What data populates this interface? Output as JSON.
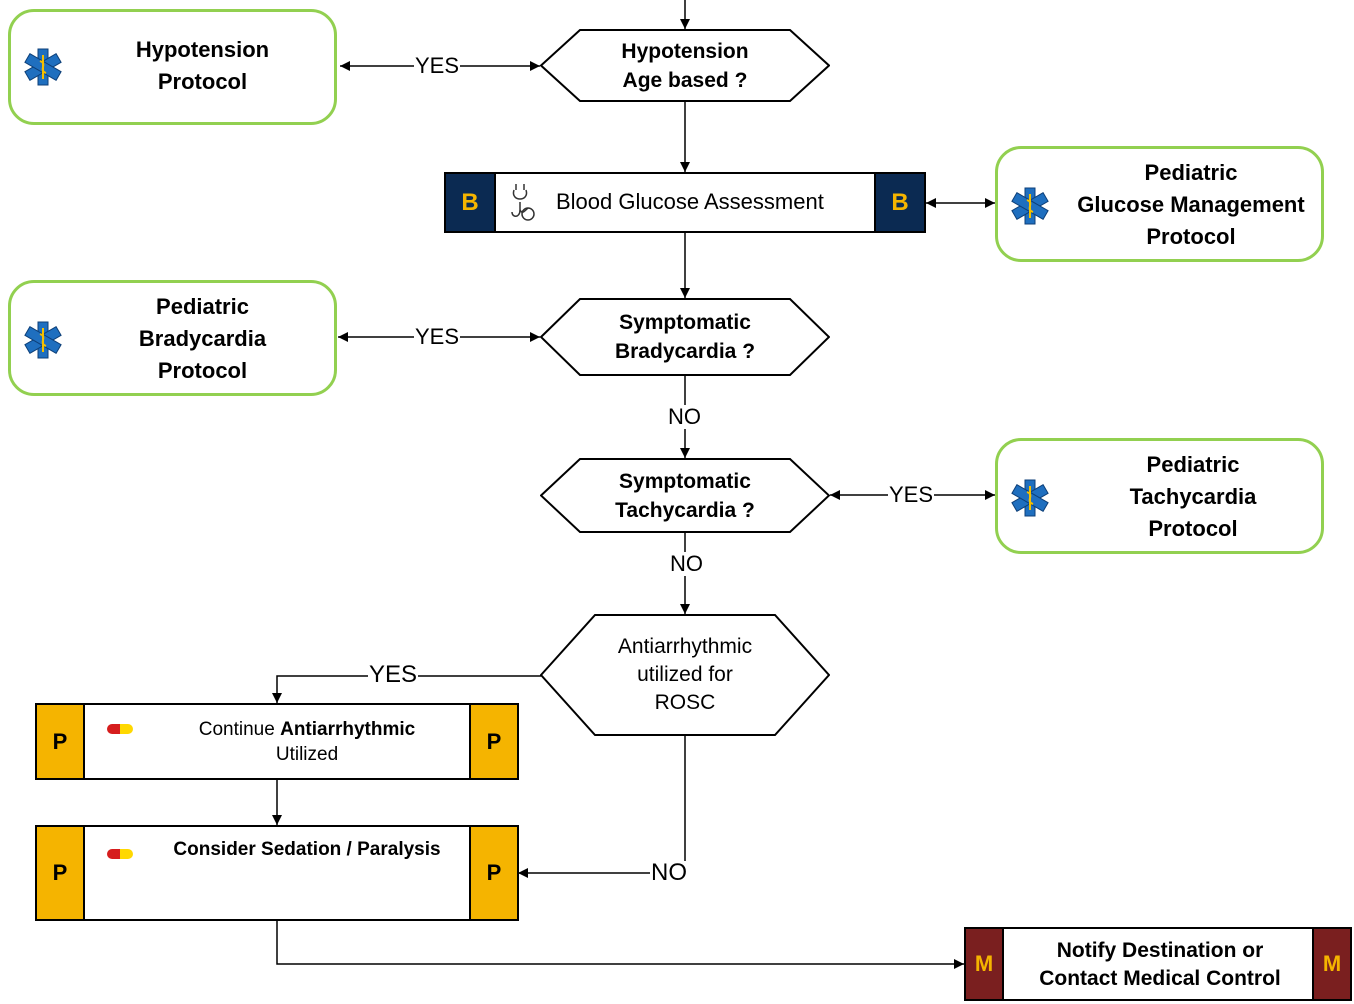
{
  "hypotension_protocol": {
    "line1": "Hypotension",
    "line2": "Protocol"
  },
  "hypotension_decision": {
    "line1": "Hypotension",
    "line2": "Age based ?"
  },
  "glucose_step": {
    "label": "Blood Glucose Assessment",
    "badge": "B"
  },
  "glucose_protocol": {
    "line1": "Pediatric",
    "line2": "Glucose Management",
    "line3": "Protocol"
  },
  "brady_protocol": {
    "line1": "Pediatric",
    "line2": "Bradycardia",
    "line3": "Protocol"
  },
  "brady_decision": {
    "line1": "Symptomatic",
    "line2": "Bradycardia ?"
  },
  "tachy_decision": {
    "line1": "Symptomatic",
    "line2": "Tachycardia ?"
  },
  "tachy_protocol": {
    "line1": "Pediatric",
    "line2": "Tachycardia",
    "line3": "Protocol"
  },
  "rosc_decision": {
    "line1": "Antiarrhythmic",
    "line2": "utilized for",
    "line3": "ROSC"
  },
  "antiarrhythmic_step": {
    "prefix": "Continue ",
    "bold": "Antiarrhythmic",
    "line2": "Utilized",
    "badge": "P"
  },
  "sedation_step": {
    "label": "Consider Sedation / Paralysis",
    "badge": "P"
  },
  "notify_step": {
    "line1": "Notify Destination or",
    "line2": "Contact Medical Control",
    "badge": "M"
  },
  "edge_labels": {
    "yes_hypotension": "YES",
    "yes_brady": "YES",
    "no_brady": "NO",
    "yes_tachy": "YES",
    "no_tachy": "NO",
    "yes_rosc": "YES",
    "no_rosc": "NO"
  },
  "colors": {
    "protocol_border": "#92d050",
    "star_of_life": "#1f6fbf",
    "badge_b_fill": "#0b2a52",
    "badge_b_text": "#f5b400",
    "badge_p_fill": "#f5b400",
    "badge_m_fill": "#7a1f1f",
    "badge_m_text": "#f5b400"
  },
  "icons": {
    "star": "star-of-life-icon",
    "stethoscope": "stethoscope-icon",
    "pill": "pill-icon"
  }
}
